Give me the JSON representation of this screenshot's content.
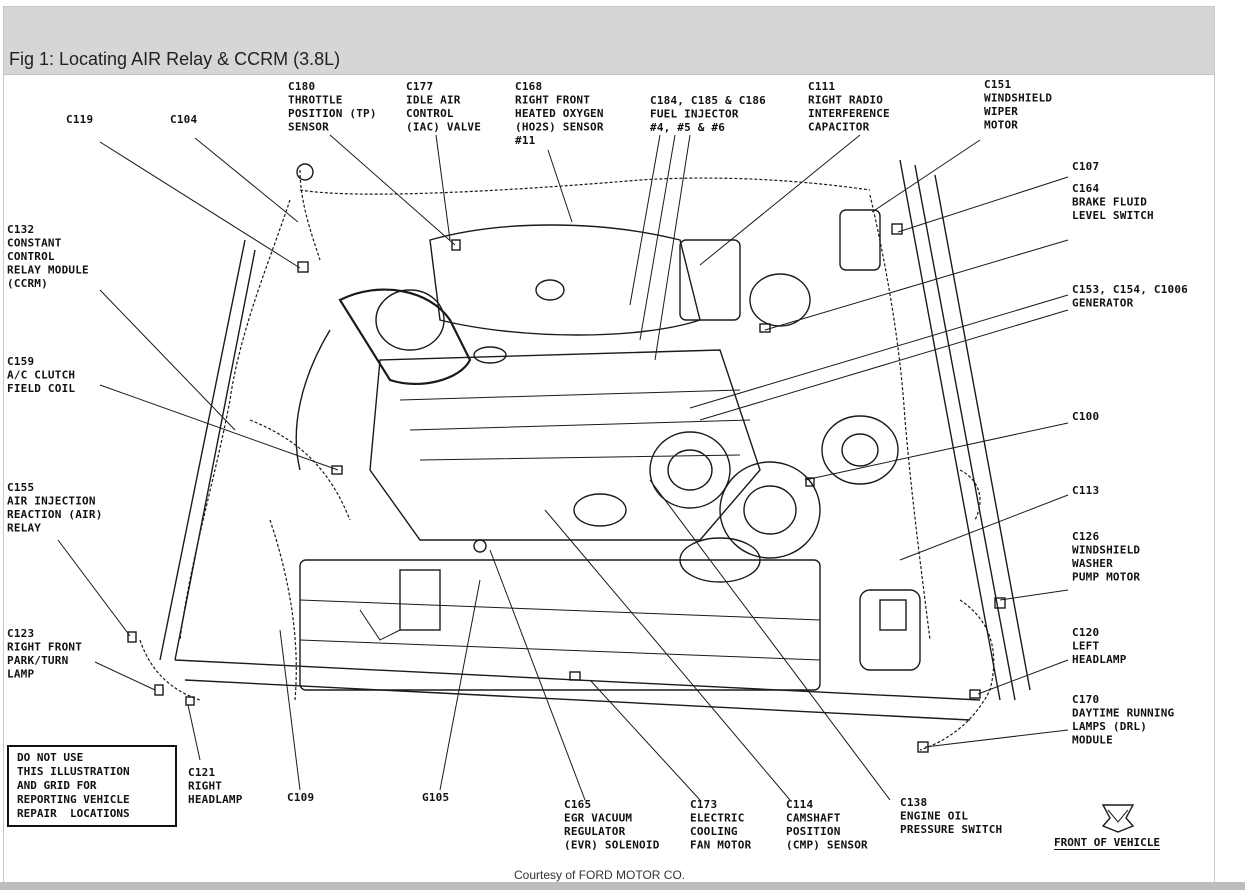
{
  "figure_title": "Fig 1: Locating AIR Relay & CCRM (3.8L)",
  "courtesy": "Courtesy of FORD MOTOR CO.",
  "warning_text": "DO NOT USE\nTHIS ILLUSTRATION\nAND GRID FOR\nREPORTING VEHICLE\nREPAIR  LOCATIONS",
  "front_of_vehicle": "FRONT OF VEHICLE",
  "labels": [
    {
      "id": "c119",
      "lines": [
        "C119"
      ]
    },
    {
      "id": "c104",
      "lines": [
        "C104"
      ]
    },
    {
      "id": "c180",
      "lines": [
        "C180",
        "THROTTLE",
        "POSITION (TP)",
        "SENSOR"
      ]
    },
    {
      "id": "c177",
      "lines": [
        "C177",
        "IDLE AIR",
        "CONTROL",
        "(IAC) VALVE"
      ]
    },
    {
      "id": "c168",
      "lines": [
        "C168",
        "RIGHT FRONT",
        "HEATED OXYGEN",
        "(HO2S) SENSOR",
        "#11"
      ]
    },
    {
      "id": "c184",
      "lines": [
        "C184, C185 & C186",
        "FUEL INJECTOR",
        "#4, #5 & #6"
      ]
    },
    {
      "id": "c111",
      "lines": [
        "C111",
        "RIGHT RADIO",
        "INTERFERENCE",
        "CAPACITOR"
      ]
    },
    {
      "id": "c151",
      "lines": [
        "C151",
        "WINDSHIELD",
        "WIPER",
        "MOTOR"
      ]
    },
    {
      "id": "c107",
      "lines": [
        "C107"
      ]
    },
    {
      "id": "c164",
      "lines": [
        "C164",
        "BRAKE FLUID",
        "LEVEL SWITCH"
      ]
    },
    {
      "id": "c132",
      "lines": [
        "C132",
        "CONSTANT",
        "CONTROL",
        "RELAY MODULE",
        "(CCRM)"
      ]
    },
    {
      "id": "c153",
      "lines": [
        "C153, C154, C1006",
        "GENERATOR"
      ]
    },
    {
      "id": "c159",
      "lines": [
        "C159",
        "A/C CLUTCH",
        "FIELD COIL"
      ]
    },
    {
      "id": "c100",
      "lines": [
        "C100"
      ]
    },
    {
      "id": "c155",
      "lines": [
        "C155",
        "AIR INJECTION",
        "REACTION (AIR)",
        "RELAY"
      ]
    },
    {
      "id": "c113",
      "lines": [
        "C113"
      ]
    },
    {
      "id": "c126",
      "lines": [
        "C126",
        "WINDSHIELD",
        "WASHER",
        "PUMP MOTOR"
      ]
    },
    {
      "id": "c123",
      "lines": [
        "C123",
        "RIGHT FRONT",
        "PARK/TURN",
        "LAMP"
      ]
    },
    {
      "id": "c120",
      "lines": [
        "C120",
        "LEFT",
        "HEADLAMP"
      ]
    },
    {
      "id": "c170",
      "lines": [
        "C170",
        "DAYTIME RUNNING",
        "LAMPS (DRL)",
        "MODULE"
      ]
    },
    {
      "id": "c121",
      "lines": [
        "C121",
        "RIGHT",
        "HEADLAMP"
      ]
    },
    {
      "id": "c109",
      "lines": [
        "C109"
      ]
    },
    {
      "id": "g105",
      "lines": [
        "G105"
      ]
    },
    {
      "id": "c165",
      "lines": [
        "C165",
        "EGR VACUUM",
        "REGULATOR",
        "(EVR) SOLENOID"
      ]
    },
    {
      "id": "c173",
      "lines": [
        "C173",
        "ELECTRIC",
        "COOLING",
        "FAN MOTOR"
      ]
    },
    {
      "id": "c114",
      "lines": [
        "C114",
        "CAMSHAFT",
        "POSITION",
        "(CMP) SENSOR"
      ]
    },
    {
      "id": "c138",
      "lines": [
        "C138",
        "ENGINE OIL",
        "PRESSURE SWITCH"
      ]
    }
  ]
}
